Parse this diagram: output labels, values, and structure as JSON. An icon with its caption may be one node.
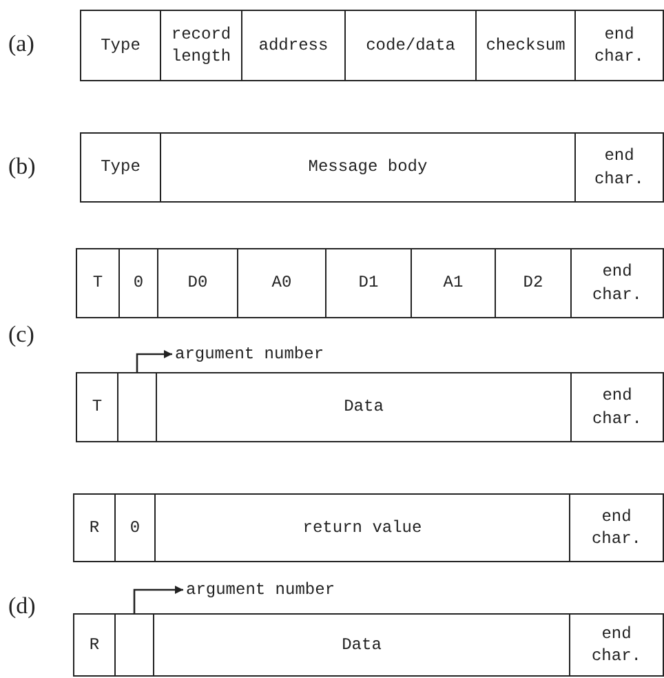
{
  "diagram": {
    "nodes": [
      {
        "text": [
          "Type"
        ]
      },
      {
        "text": [
          "record length"
        ]
      },
      {
        "text": [
          "address"
        ]
      },
      {
        "text": [
          "code/data"
        ]
      },
      {
        "text": [
          "checksum"
        ]
      },
      {
        "text": [
          "end char."
        ]
      },
      {
        "text": [
          "Type"
        ]
      },
      {
        "text": [
          "Message body"
        ]
      },
      {
        "text": [
          "end char."
        ]
      },
      {
        "text": [
          "T"
        ]
      },
      {
        "text": [
          "0"
        ]
      },
      {
        "text": [
          "D0"
        ]
      },
      {
        "text": [
          "A0"
        ]
      },
      {
        "text": [
          "D1"
        ]
      },
      {
        "text": [
          "A1"
        ]
      },
      {
        "text": [
          "D2"
        ]
      },
      {
        "text": [
          "end char."
        ]
      },
      {
        "text": [
          "argument number"
        ]
      },
      {
        "text": [
          "T"
        ]
      },
      {
        "text": [],
        "shape": "box"
      },
      {
        "text": [
          "Data"
        ]
      },
      {
        "text": [
          "end char."
        ]
      },
      {
        "text": [
          "R"
        ]
      },
      {
        "text": [
          "0"
        ]
      },
      {
        "text": [
          "return value"
        ]
      },
      {
        "text": [
          "end char."
        ]
      },
      {
        "text": [
          "argument number"
        ]
      },
      {
        "text": [
          "R"
        ]
      },
      {
        "text": [],
        "shape": "box"
      },
      {
        "text": [
          "Data"
        ]
      },
      {
        "text": [
          "end char."
        ]
      }
    ],
    "edges": [
      {
        "from": 19,
        "to": 17,
        "arrow": "to"
      },
      {
        "from": 28,
        "to": 26,
        "arrow": "to"
      }
    ],
    "labels": [
      "(a)",
      "(b)",
      "(c)",
      "(d)"
    ]
  }
}
